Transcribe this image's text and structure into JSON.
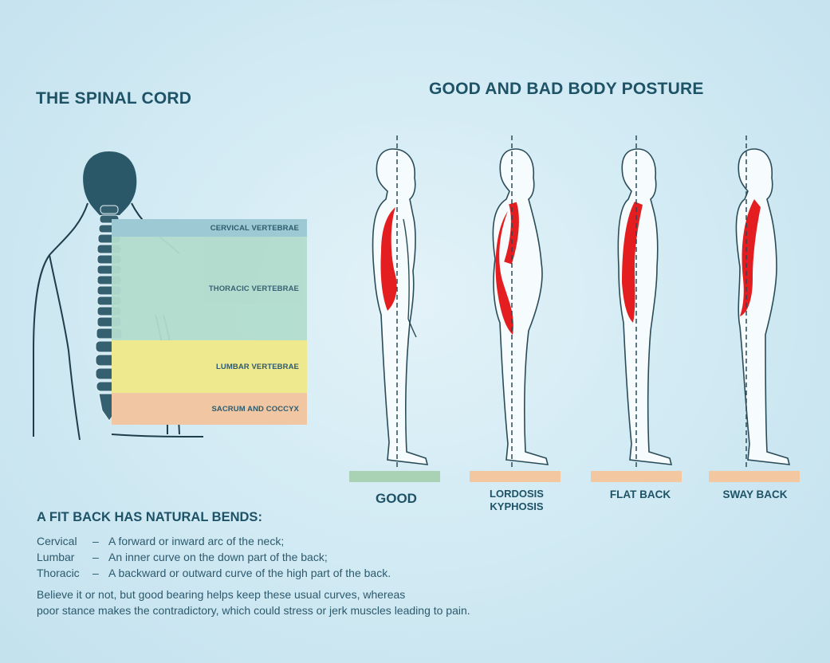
{
  "spinal_cord": {
    "title": "THE SPINAL CORD",
    "bands": [
      {
        "label": "CERVICAL VERTEBRAE",
        "color": "#9cc9d3"
      },
      {
        "label": "THORACIC  VERTEBRAE",
        "color": "#b2dccd"
      },
      {
        "label": "LUMBAR VERTEBRAE",
        "color": "#eee98f"
      },
      {
        "label": "SACRUM AND COCCYX",
        "color": "#f0c7a2"
      }
    ]
  },
  "posture": {
    "title": "GOOD AND BAD BODY POSTURE",
    "figures": [
      {
        "label": "GOOD",
        "pad_color": "#a9d1b4"
      },
      {
        "label_line1": "LORDOSIS",
        "label_line2": "KYPHOSIS",
        "pad_color": "#f3c7a0"
      },
      {
        "label": "FLAT BACK",
        "pad_color": "#f3c7a0"
      },
      {
        "label": "SWAY BACK",
        "pad_color": "#f3c7a0"
      }
    ],
    "spine_color": "#e41e20"
  },
  "text": {
    "bends_title": "A FIT BACK HAS NATURAL BENDS:",
    "bends": [
      {
        "term": "Cervical",
        "dash": "–",
        "desc": "A forward or inward arc of the neck;"
      },
      {
        "term": "Lumbar",
        "dash": "–",
        "desc": "An inner curve on the down part of the back;"
      },
      {
        "term": "Thoracic",
        "dash": "–",
        "desc": "A backward or outward curve of the high part of the back."
      }
    ],
    "paragraph_line1": "Believe it or not, but good bearing helps keep these usual curves, whereas",
    "paragraph_line2": "poor stance makes the contradictory, which could stress or jerk muscles leading to pain."
  }
}
